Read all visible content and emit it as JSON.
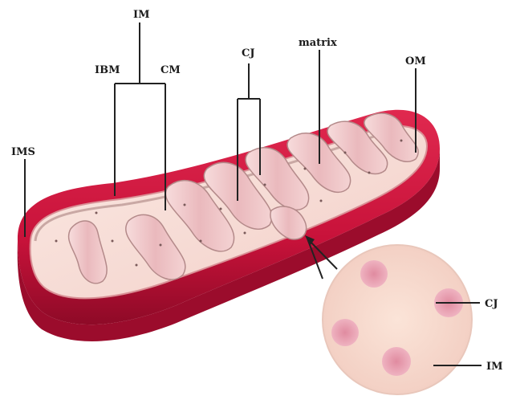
{
  "labels": {
    "im": "IM",
    "ibm": "IBM",
    "cm": "CM",
    "cj_top": "CJ",
    "matrix": "matrix",
    "om": "OM",
    "ims": "IMS",
    "cj_inset": "CJ",
    "im_inset": "IM"
  },
  "colors": {
    "outer_membrane": "#c8123a",
    "outer_membrane_dark": "#8e0a27",
    "inner_surface": "#f5d9d2",
    "cristae": "#efc6c6",
    "cristae_edge": "#b48a8a",
    "inset_disc": "#f7d9cc",
    "inset_spot": "#e9a6b6"
  }
}
